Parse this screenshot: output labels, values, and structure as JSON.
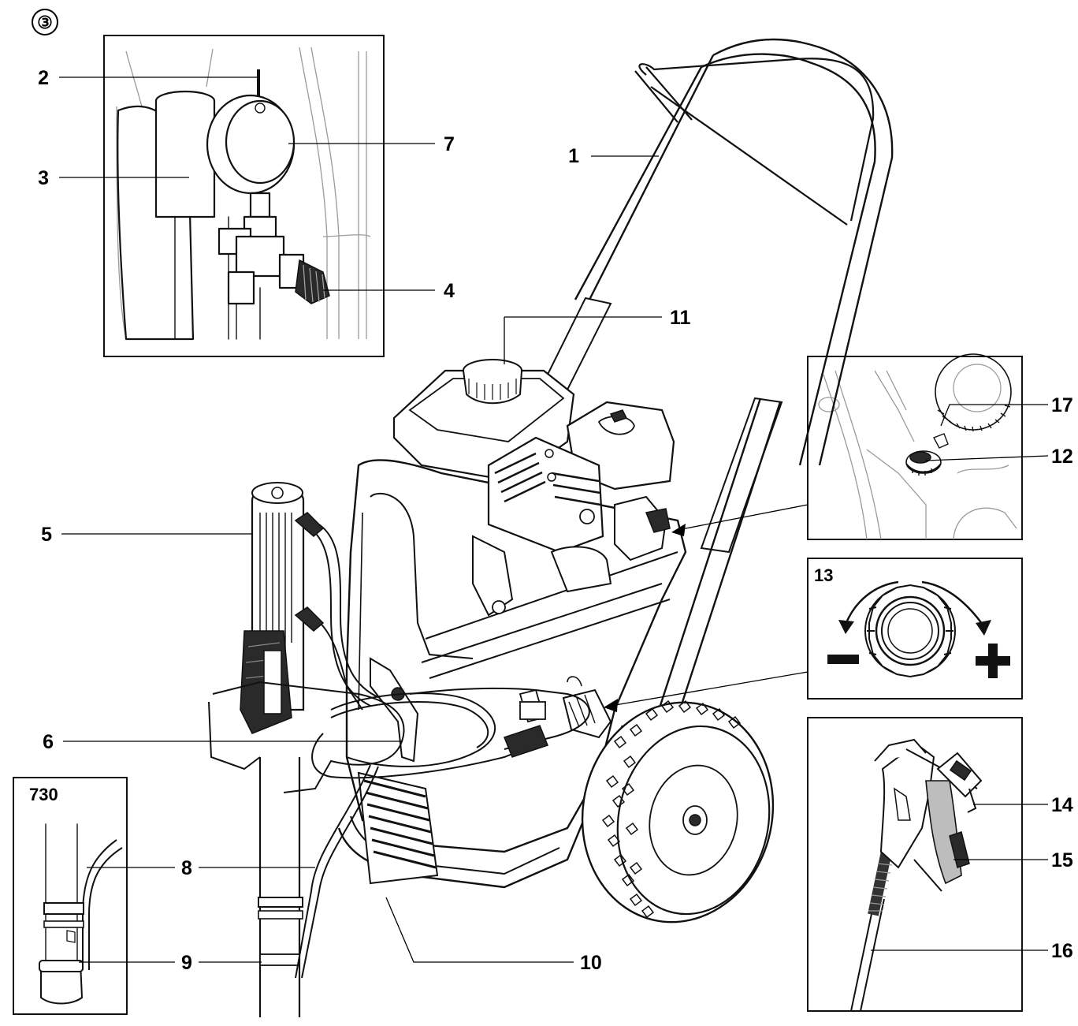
{
  "figure": {
    "number": "③"
  },
  "callouts": {
    "c1": "1",
    "c2": "2",
    "c3": "3",
    "c4": "4",
    "c5": "5",
    "c6": "6",
    "c7": "7",
    "c8": "8",
    "c9": "9",
    "c10": "10",
    "c11": "11",
    "c12": "12",
    "c13": "13",
    "c14": "14",
    "c15": "15",
    "c16": "16",
    "c17": "17"
  },
  "insets": {
    "model_label": "730"
  },
  "adjust": {
    "minus": "−",
    "plus": "+"
  }
}
